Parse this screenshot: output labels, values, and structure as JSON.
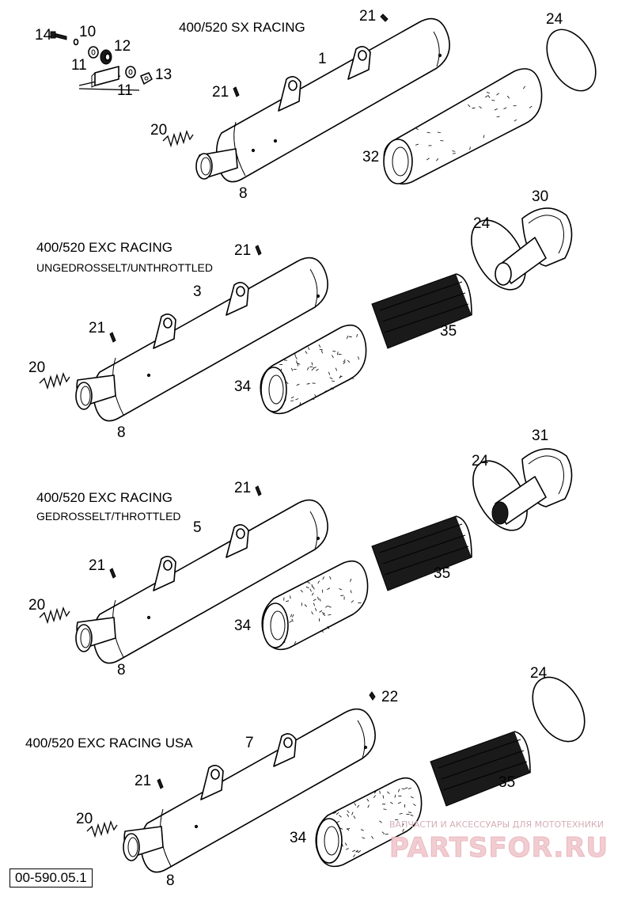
{
  "sections": [
    {
      "title": "400/520 SX RACING",
      "subtitle": "",
      "labels": {
        "silencer": "1",
        "flange": "8",
        "rivet": "21",
        "spring": "20",
        "wool": "32",
        "ring": "24"
      }
    },
    {
      "title": "400/520 EXC RACING",
      "subtitle": "UNGEDROSSELT/UNTHROTTLED",
      "labels": {
        "silencer": "3",
        "flange": "8",
        "rivet_top": "21",
        "rivet_left": "21",
        "spring": "20",
        "wool": "34",
        "insert": "35",
        "ring": "24",
        "endcap": "30"
      }
    },
    {
      "title": "400/520 EXC RACING",
      "subtitle": "GEDROSSELT/THROTTLED",
      "labels": {
        "silencer": "5",
        "flange": "8",
        "rivet_top": "21",
        "rivet_left": "21",
        "spring": "20",
        "wool": "34",
        "insert": "35",
        "ring": "24",
        "endcap": "31"
      }
    },
    {
      "title": "400/520 EXC RACING USA",
      "subtitle": "",
      "labels": {
        "silencer": "7",
        "flange": "8",
        "rivet": "21",
        "screw": "22",
        "spring": "20",
        "wool": "34",
        "insert": "35",
        "ring": "24"
      }
    }
  ],
  "bracket_parts": {
    "screw": "14",
    "washer_a": "10",
    "washer_b": "11",
    "bushing": "12",
    "washer_c": "11",
    "nut": "13"
  },
  "doc_code": "00-590.05.1",
  "watermark": {
    "tagline": "ВАПЧАСТИ И АКСЕССУАРЫ ДЛЯ МОТОТЕХНИКИ",
    "brand": "PARTSFOR.RU"
  }
}
